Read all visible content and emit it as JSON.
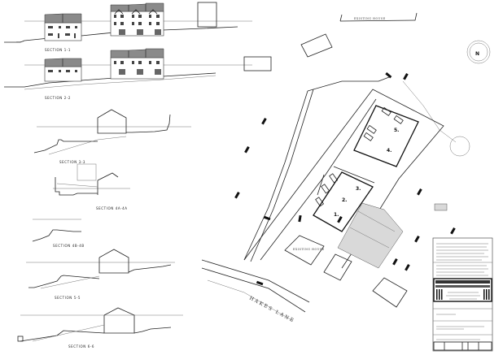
{
  "drawing": {
    "sections": [
      {
        "label": "SECTION 1-1"
      },
      {
        "label": "SECTION 2-2"
      },
      {
        "label": "SECTION 3-3"
      },
      {
        "label": "SECTION 4A-4A"
      },
      {
        "label": "SECTION 4B-4B"
      },
      {
        "label": "SECTION 5-5"
      },
      {
        "label": "SECTION 6-6"
      }
    ],
    "site_plan": {
      "road_name": "HAKES LANE",
      "existing_house": "EXISTING HOUSE",
      "plots": [
        "1.",
        "2.",
        "3.",
        "4.",
        "5."
      ],
      "north_label": "N"
    },
    "colors": {
      "line": "#222222",
      "roof": "#8a8a8a",
      "shaded_area": "#d9d9d9"
    }
  }
}
